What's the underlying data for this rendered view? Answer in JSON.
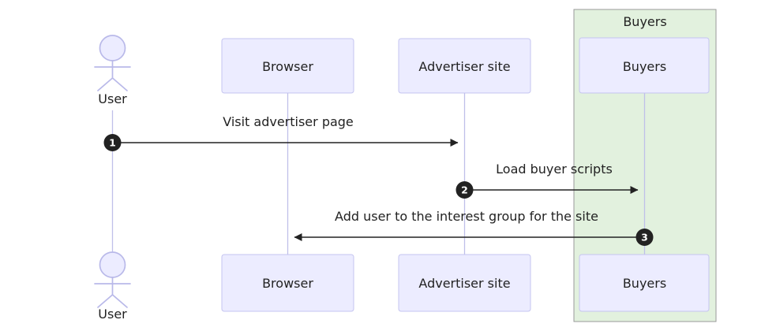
{
  "diagram": {
    "type": "sequence",
    "actors": [
      {
        "id": "user",
        "label": "User",
        "kind": "actor"
      },
      {
        "id": "browser",
        "label": "Browser",
        "kind": "participant"
      },
      {
        "id": "advertiser",
        "label": "Advertiser site",
        "kind": "participant"
      },
      {
        "id": "buyers",
        "label": "Buyers",
        "kind": "participant"
      }
    ],
    "group": {
      "label": "Buyers"
    },
    "messages": [
      {
        "seq": "1",
        "label": "Visit advertiser page",
        "from": "user",
        "to": "advertiser"
      },
      {
        "seq": "2",
        "label": "Load buyer scripts",
        "from": "advertiser",
        "to": "buyers"
      },
      {
        "seq": "3",
        "label": "Add user to the interest group for the site",
        "from": "buyers",
        "to": "browser"
      }
    ]
  },
  "colors": {
    "participant_fill": "#ECECFF",
    "participant_border": "#C5C5F0",
    "actor_line": "#B9B9E9",
    "lifeline": "#BFBFE9",
    "group_fill": "#E2F1DE",
    "group_border": "#999999",
    "arrow": "#222222",
    "text": "#222222",
    "seq_badge_fill": "#222222",
    "seq_badge_text": "#FFFFFF"
  }
}
